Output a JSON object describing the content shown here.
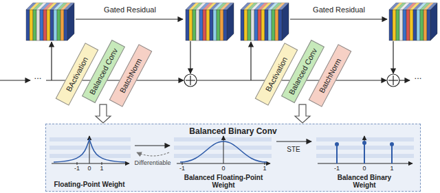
{
  "diagram": {
    "nodes": [
      {
        "text": [
          "BActivation"
        ]
      },
      {
        "text": [
          "Balanced Conv"
        ]
      },
      {
        "text": [
          "BatchNorm"
        ]
      },
      {
        "text": [
          "BActivation"
        ]
      },
      {
        "text": [
          "Balanced Conv"
        ]
      },
      {
        "text": [
          "BatchNorm"
        ]
      },
      {
        "text": [
          "Balanced Binary Conv"
        ]
      }
    ],
    "edges": [
      {
        "from": 1,
        "to": 6,
        "arrow": "to"
      },
      {
        "from": 4,
        "to": 6,
        "arrow": "to"
      }
    ],
    "labels": [
      "Gated Residual",
      "Gated Residual",
      "...",
      "...",
      "-1",
      "0",
      "1",
      "-1",
      "0",
      "1",
      "-1",
      "0",
      "1",
      "Differentiable",
      "STE",
      "Floating-Point Weight",
      "Balanced Floating-Point Weight",
      "Balanced Binary Weight"
    ]
  }
}
